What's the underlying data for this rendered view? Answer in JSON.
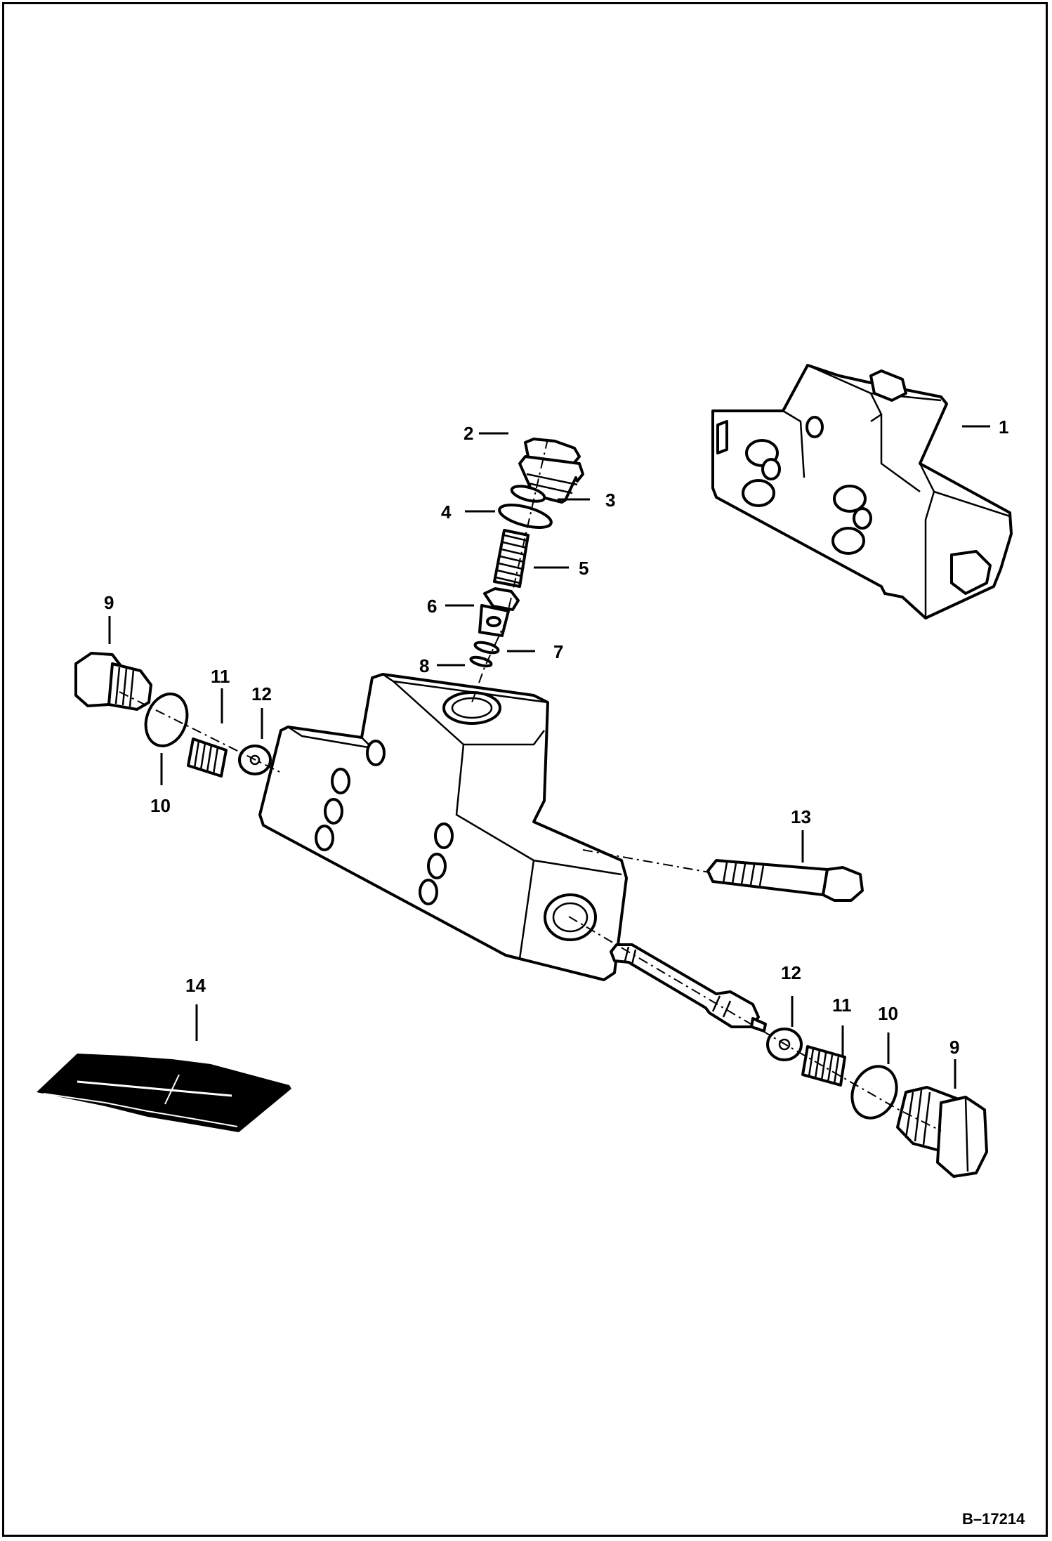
{
  "figure": {
    "reference_code": "B–17214",
    "callouts": {
      "c1": "1",
      "c2": "2",
      "c3": "3",
      "c4": "4",
      "c5": "5",
      "c6": "6",
      "c7": "7",
      "c8": "8",
      "c9a": "9",
      "c9b": "9",
      "c10a": "10",
      "c10b": "10",
      "c11a": "11",
      "c11b": "11",
      "c12a": "12",
      "c12b": "12",
      "c13": "13",
      "c14": "14"
    }
  }
}
